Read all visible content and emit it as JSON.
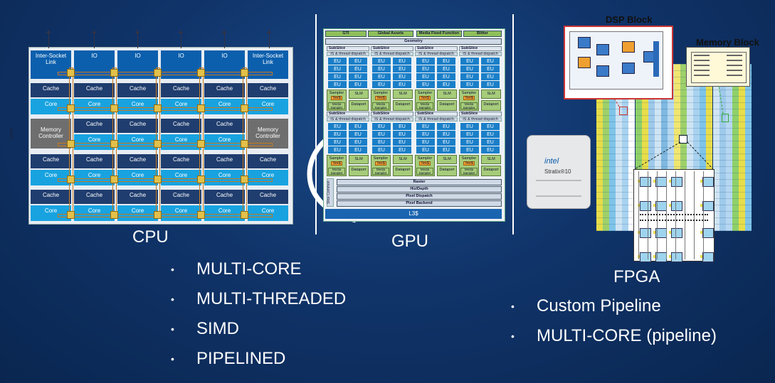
{
  "cpu": {
    "label": "CPU",
    "top_row": [
      "Inter-Socket Link",
      "IO",
      "IO",
      "IO",
      "IO",
      "Inter-Socket Link"
    ],
    "cache_label": "Cache",
    "core_label": "Core",
    "memory_controller_label": "Memory Controller",
    "side_label": "DDR4"
  },
  "gpu": {
    "label": "GPU",
    "top_bar": [
      "GTI",
      "Global Assets",
      "Media Fixed Function",
      "Blitter"
    ],
    "geometry_label": "Geometry",
    "subslice_label": "SubSlice",
    "dispatch_label": "IS & thread dispatch",
    "eu_label": "EU",
    "sampler_label": "Sampler",
    "tex_label": "Tex$",
    "slm_label": "SLM",
    "media_sampler_label": "Media Sampler",
    "dataport_label": "Dataport",
    "slice_common_label": "Slice Common",
    "pipeline": [
      "Raster",
      "Hiz/Depth",
      "Pixel Dispatch",
      "Pixel Backend"
    ],
    "l3_label": "L3$"
  },
  "fpga": {
    "label": "FPGA",
    "dsp_title": "DSP Block",
    "memory_title": "Memory Block",
    "chip_brand": "intel",
    "chip_model": "Stratix®10"
  },
  "bullets_left": [
    "MULTI-CORE",
    "MULTI-THREADED",
    "SIMD",
    "PIPELINED"
  ],
  "bullets_right": [
    "Custom Pipeline",
    "MULTI-CORE (pipeline)"
  ],
  "bullet_glyph": "•"
}
